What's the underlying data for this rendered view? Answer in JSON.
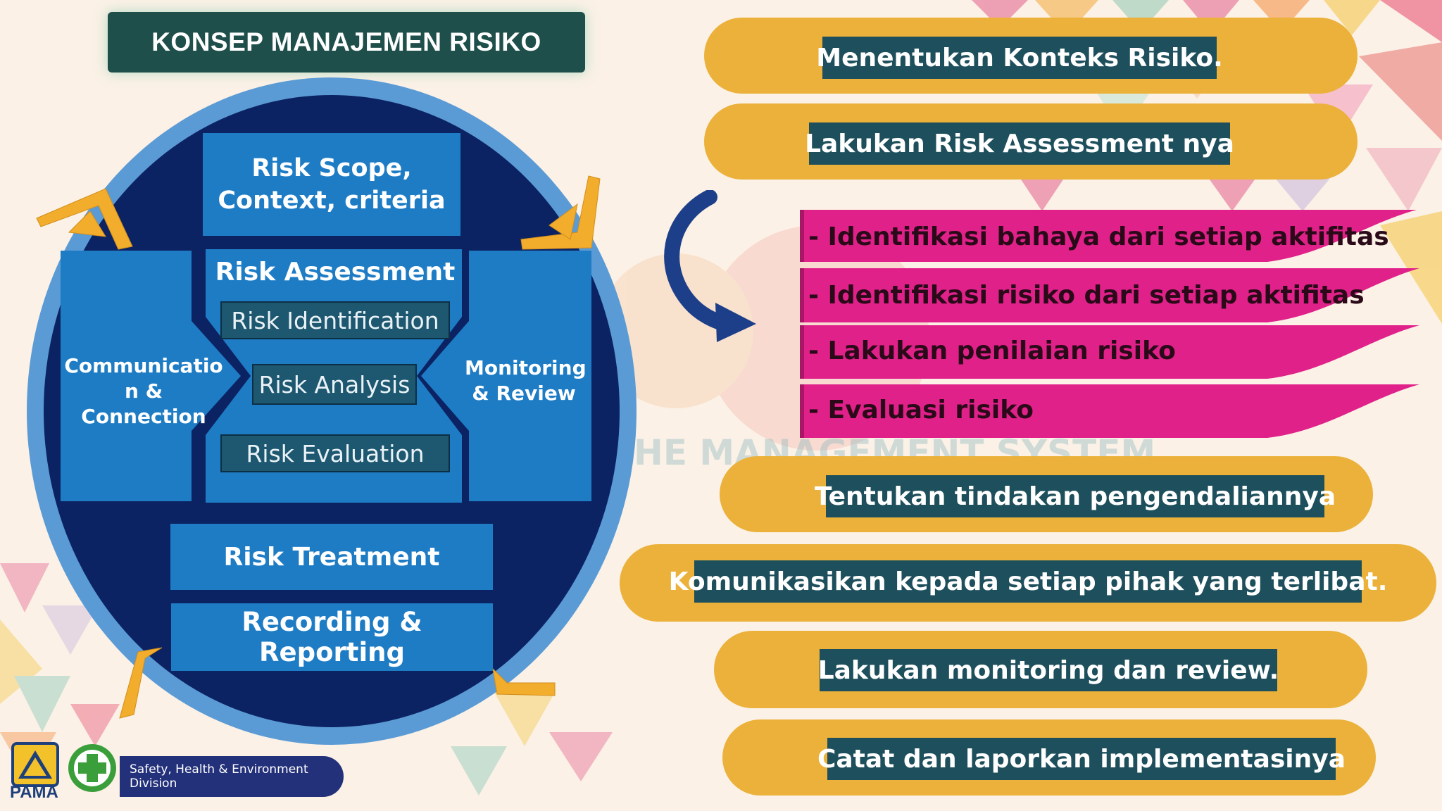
{
  "title": "KONSEP MANAJEMEN RISIKO",
  "diagram": {
    "scope": "Risk Scope, Context, criteria",
    "assessment": "Risk Assessment",
    "identification": "Risk Identification",
    "analysis": "Risk Analysis",
    "evaluation": "Risk Evaluation",
    "communication": "Communicatio n & Connection",
    "monitoring": "Monitoring & Review",
    "treatment": "Risk Treatment",
    "recording": "Recording & Reporting"
  },
  "steps": [
    "Menentukan Konteks Risiko.",
    "Lakukan Risk Assessment nya"
  ],
  "sub_steps": [
    "- Identifikasi bahaya dari setiap aktifitas",
    "- Identifikasi risiko dari setiap aktifitas",
    "- Lakukan penilaian risiko",
    "- Evaluasi risiko"
  ],
  "steps_after": [
    "Tentukan tindakan pengendaliannya",
    "Komunikasikan kepada setiap pihak yang terlibat.",
    "Lakukan monitoring dan review.",
    "Catat dan laporkan implementasinya"
  ],
  "footer": {
    "division": "Safety, Health & Environment Division",
    "pama": "PAMA"
  },
  "watermark": "HE MANAGEMENT SYSTEM",
  "colors": {
    "accent_yellow": "#ebb13a",
    "label_teal": "#1e4f5c",
    "ribbon_magenta": "#e0218a",
    "circle_navy": "#0c2363",
    "block_blue": "#1e7cc5"
  }
}
